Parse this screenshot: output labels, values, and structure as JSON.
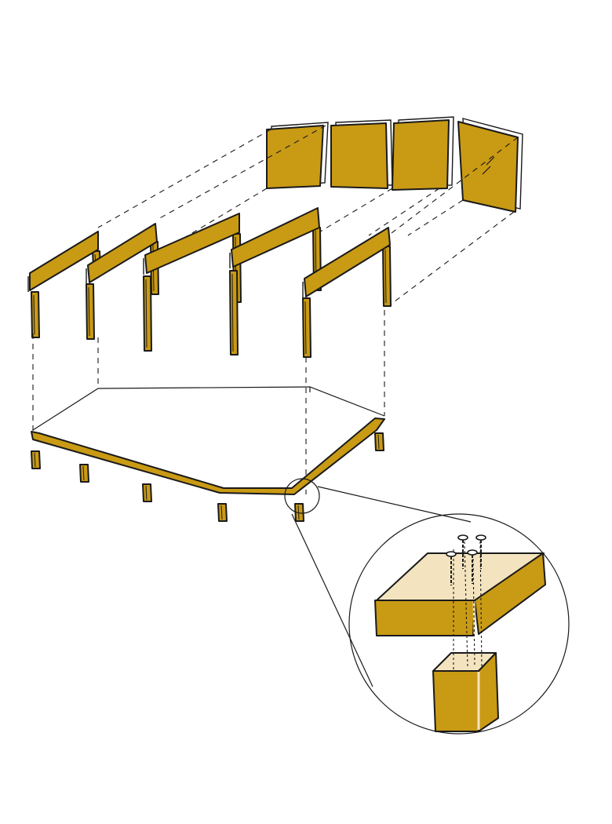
{
  "palette": {
    "wood": "#c99a14",
    "wood_light": "#f3e4bf",
    "ink": "#1a1a1a",
    "background": "#ffffff"
  },
  "parts": {
    "wall_panels": 4,
    "portal_frames": 5,
    "floor_piers": 7,
    "detail_screws": 4
  }
}
